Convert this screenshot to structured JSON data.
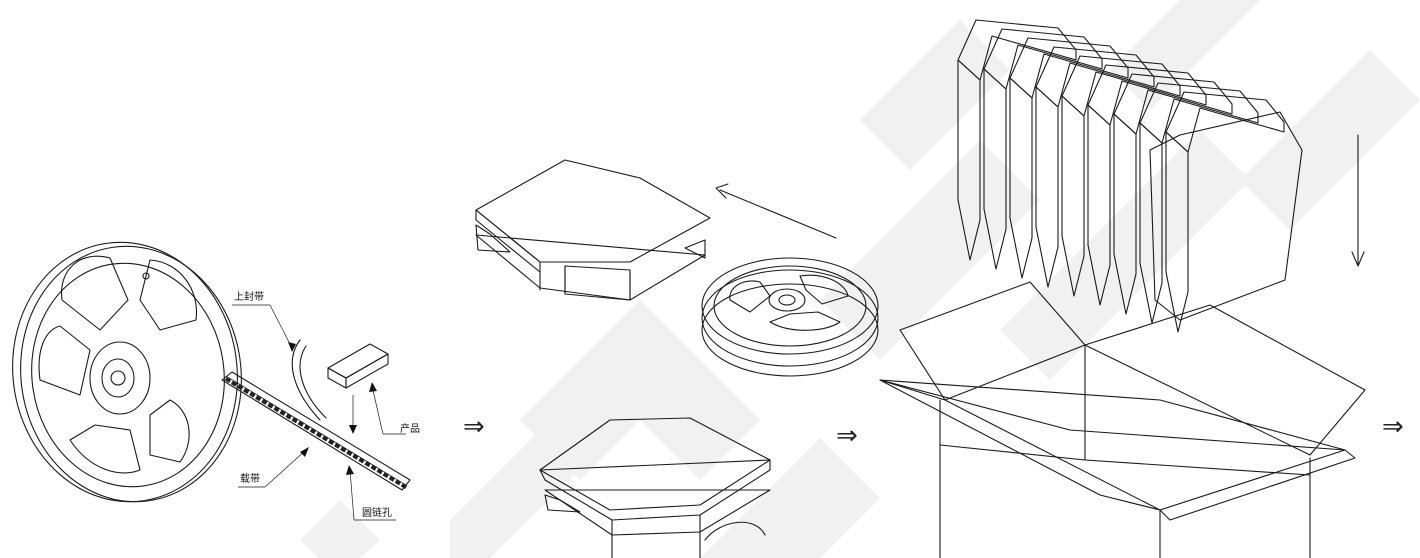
{
  "labels": {
    "cover_tape": "上封带",
    "product": "产品",
    "carrier_tape": "载带",
    "sprocket_hole": "圆链孔"
  },
  "step_arrows": [
    "⇒",
    "⇒",
    "⇒"
  ],
  "colors": {
    "line": "#1a1a1a",
    "watermark": "#f1f1f1",
    "background": "#ffffff"
  }
}
